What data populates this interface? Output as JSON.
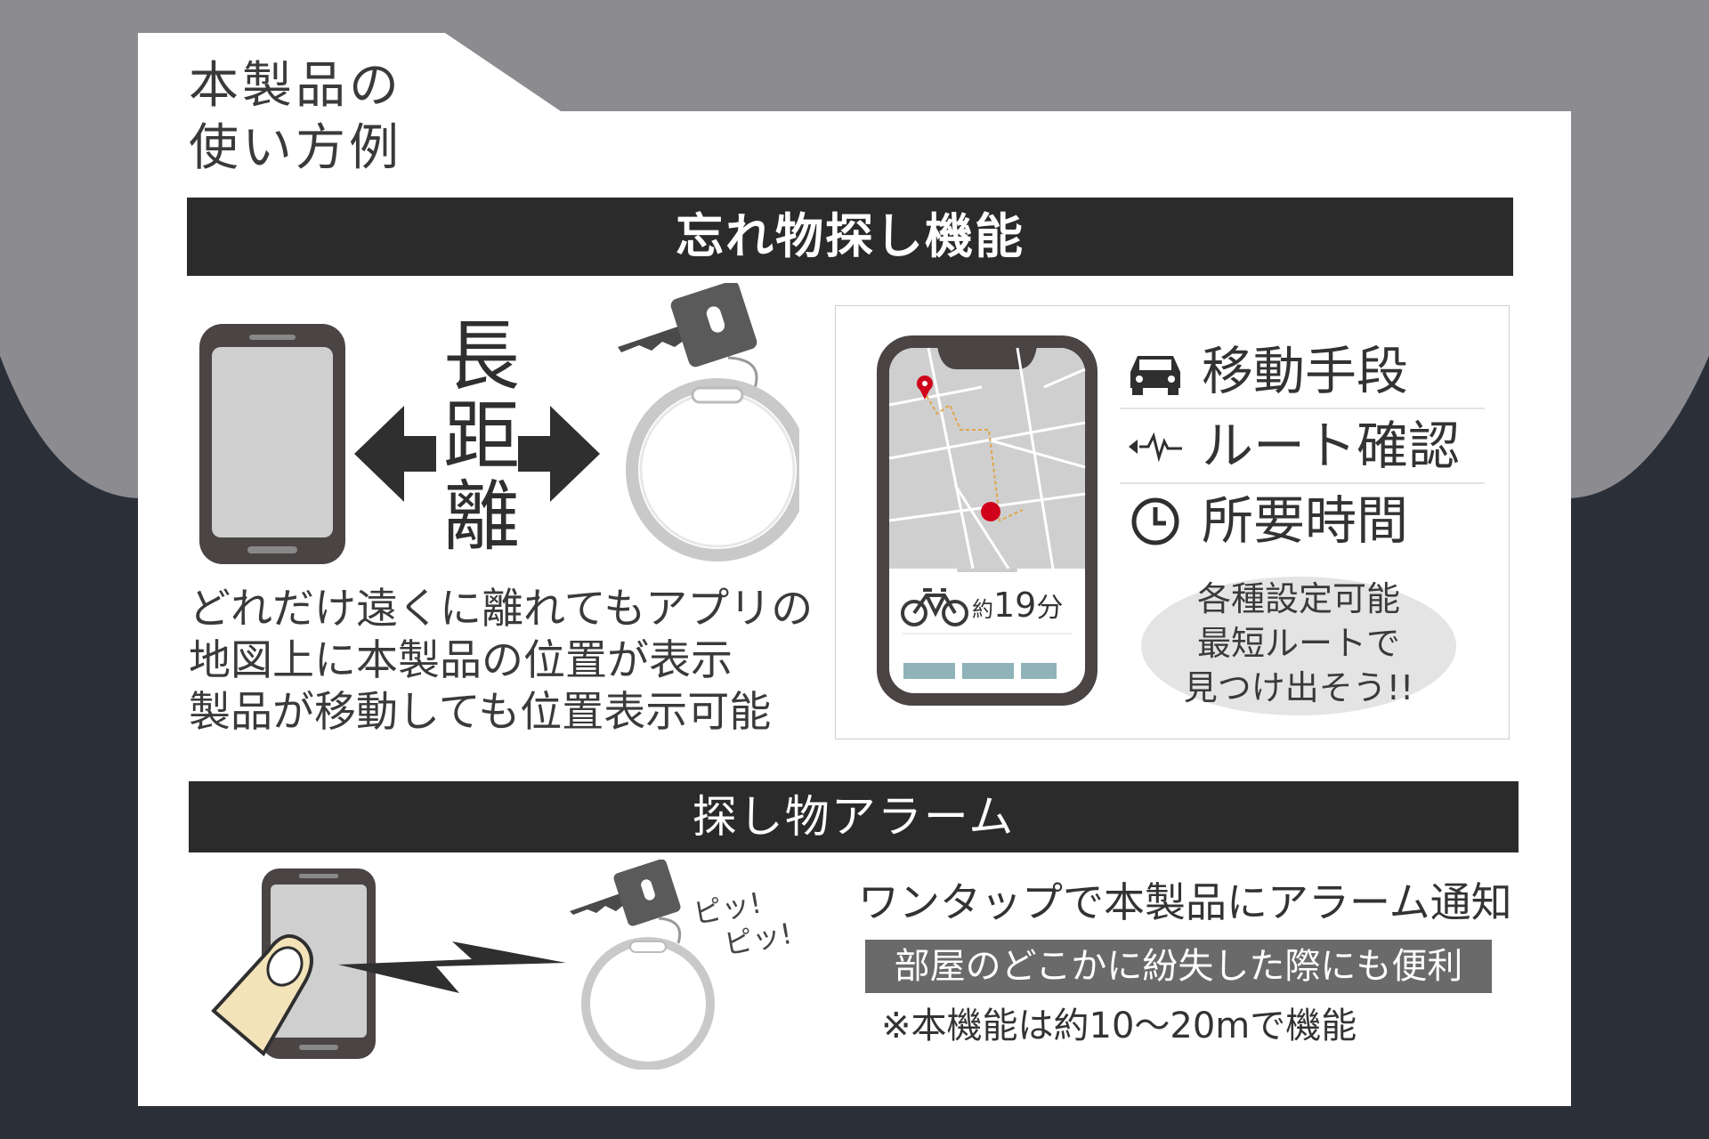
{
  "title_lines": [
    "本製品の",
    "使い方例"
  ],
  "section1": {
    "heading": "忘れ物探し機能",
    "distance_chars": [
      "長",
      "距",
      "離"
    ],
    "description_lines": [
      "どれだけ遠くに離れてもアプリの",
      "地図上に本製品の位置が表示",
      "製品が移動しても位置表示可能"
    ],
    "app_features": [
      {
        "label": "移動手段",
        "icon": "car-icon"
      },
      {
        "label": "ルート確認",
        "icon": "route-pulse-icon"
      },
      {
        "label": "所要時間",
        "icon": "clock-icon"
      }
    ],
    "eta": {
      "prefix": "約",
      "minutes": "19",
      "unit": "分"
    },
    "bubble_lines": [
      "各種設定可能",
      "最短ルートで",
      "見つけ出そう!!"
    ]
  },
  "section2": {
    "heading": "探し物アラーム",
    "sound_lines": [
      "ピッ!",
      "ピッ!"
    ],
    "one_tap_text": "ワンタップで本製品にアラーム通知",
    "gray_bar_text": "部屋のどこかに紛失した際にも便利",
    "note": "※本機能は約10～20mで機能"
  },
  "colors": {
    "background_dark": "#2b2f38",
    "background_gray": "#8c8c90",
    "bar_black": "#2b2b2b",
    "pin_red": "#d0021b",
    "teal": "#8fb3b8",
    "gray_bar": "#6a6a6a"
  }
}
